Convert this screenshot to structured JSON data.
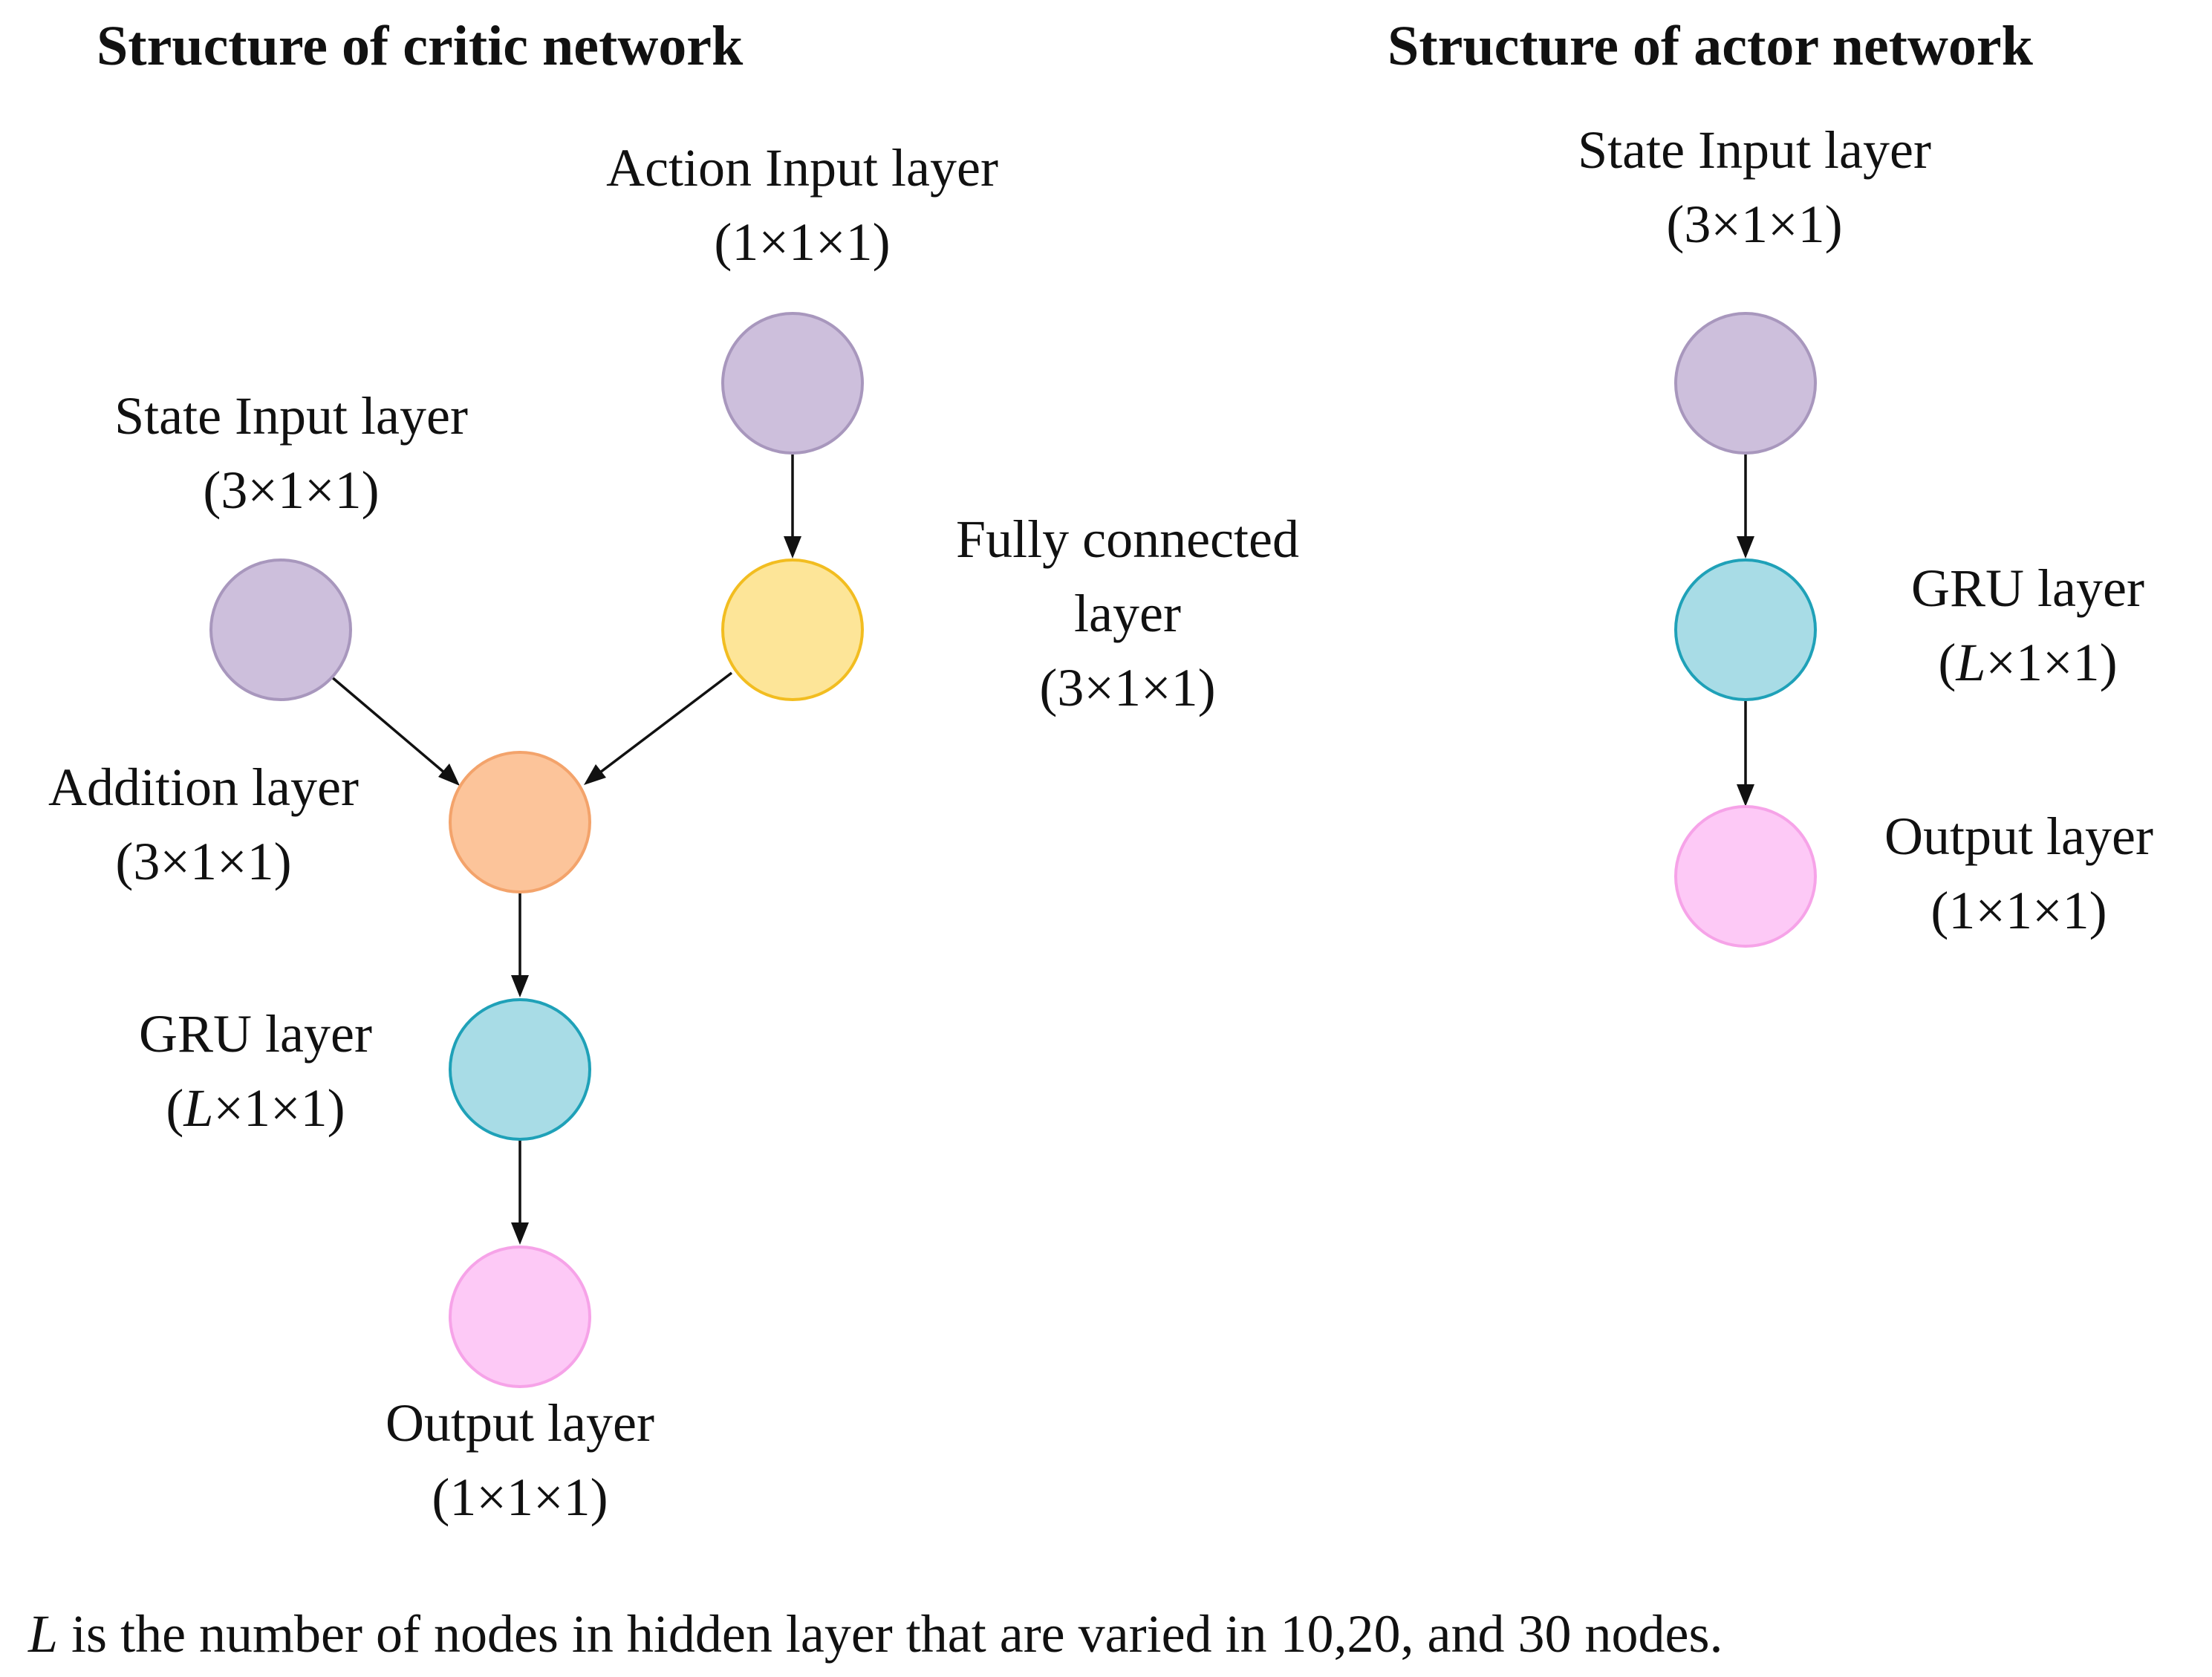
{
  "critic": {
    "title": "Structure of critic network",
    "state_input": {
      "name": "State Input layer",
      "dims": "(3×1×1)"
    },
    "action_input": {
      "name": "Action Input layer",
      "dims": "(1×1×1)"
    },
    "fully_connected": {
      "name_line1": "Fully connected",
      "name_line2": "layer",
      "dims": "(3×1×1)"
    },
    "addition": {
      "name": "Addition layer",
      "dims": "(3×1×1)"
    },
    "gru": {
      "name": "GRU layer",
      "dims_var": "L",
      "dims_rest": "×1×1)"
    },
    "output": {
      "name": "Output layer",
      "dims": "(1×1×1)"
    }
  },
  "actor": {
    "title": "Structure of actor network",
    "state_input": {
      "name": "State Input layer",
      "dims": "(3×1×1)"
    },
    "gru": {
      "name": "GRU layer",
      "dims_var": "L",
      "dims_rest": "×1×1)"
    },
    "output": {
      "name": "Output layer",
      "dims": "(1×1×1)"
    }
  },
  "footnote": {
    "var": "L",
    "text": " is the number of nodes in hidden layer that are varied in 10,20, and 30 nodes."
  },
  "colors": {
    "input_fill": "#cdbfdc",
    "input_stroke": "#a897bd",
    "fc_fill": "#fde598",
    "fc_stroke": "#f2bd20",
    "addition_fill": "#fcc49a",
    "addition_stroke": "#f3a36b",
    "gru_fill": "#a8dce6",
    "gru_stroke": "#1fa1b8",
    "output_fill": "#fdc9f6",
    "output_stroke": "#f6a3e8",
    "arrow": "#111111"
  }
}
